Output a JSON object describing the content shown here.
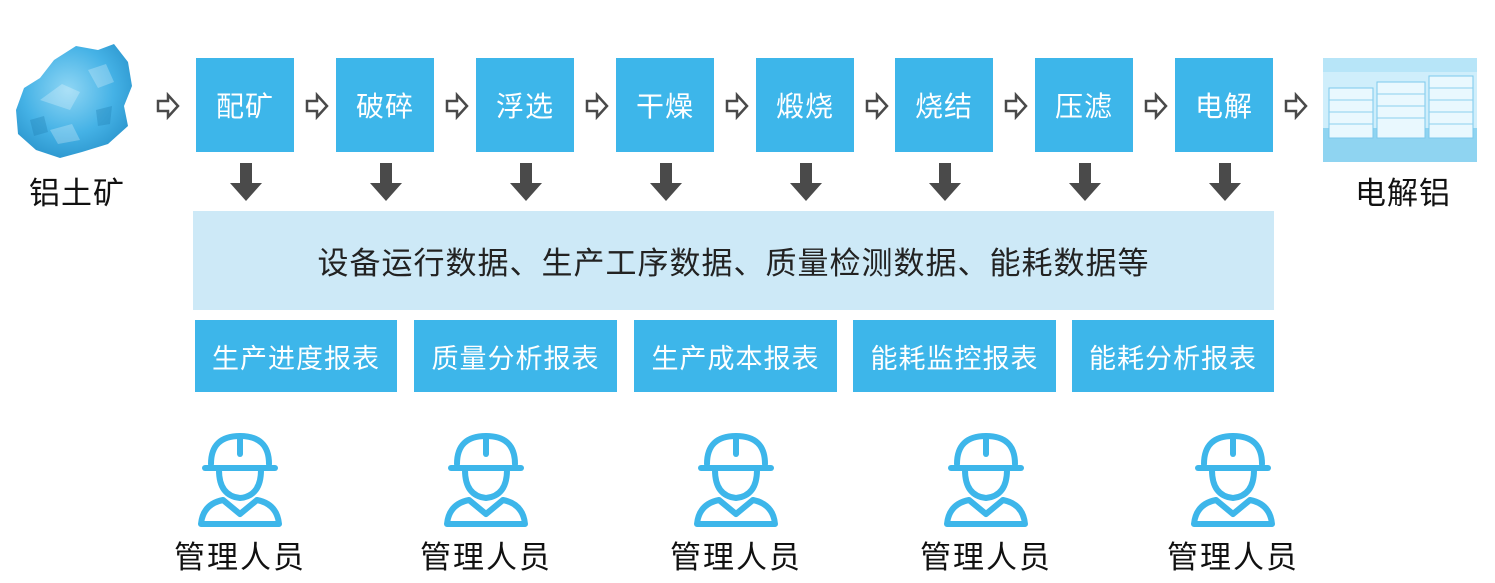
{
  "input_material": {
    "label": "铝土矿",
    "image_icon": "ore-rock-icon"
  },
  "output_material": {
    "label": "电解铝",
    "image_icon": "aluminum-ingot-stack-icon"
  },
  "process_steps": [
    "配矿",
    "破碎",
    "浮选",
    "干燥",
    "煅烧",
    "烧结",
    "压滤",
    "电解"
  ],
  "data_band": {
    "text": "设备运行数据、生产工序数据、质量检测数据、能耗数据等"
  },
  "reports": [
    "生产进度报表",
    "质量分析报表",
    "生产成本报表",
    "能耗监控报表",
    "能耗分析报表"
  ],
  "managers": [
    "管理人员",
    "管理人员",
    "管理人员",
    "管理人员",
    "管理人员"
  ],
  "icons": {
    "flow_arrow": "right-outline-arrow-icon",
    "data_arrow": "down-arrow-icon",
    "person": "worker-helmet-icon"
  },
  "colors": {
    "accent": "#3db6ea",
    "band": "#cde9f7",
    "arrow": "#4a4a4a"
  }
}
